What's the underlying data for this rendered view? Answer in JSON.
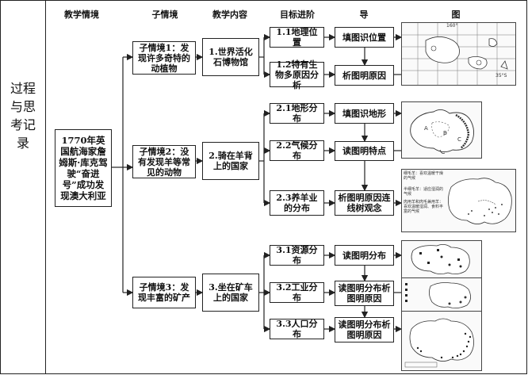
{
  "side_label": "过程与思考记录",
  "headers": {
    "situation": "教学情境",
    "sub_situation": "子情境",
    "content": "教学内容",
    "target": "目标进阶",
    "guide": "导",
    "figure": "图"
  },
  "main_situation": "1770年英国航海家詹姆斯·库克驾驶“奋进号”成功发现澳大利亚",
  "sub_situations": [
    "子情境1：发现许多奇特的动植物",
    "子情境2：没有发现羊等常见的动物",
    "子情境3：发现丰富的矿产"
  ],
  "contents": [
    "1.世界活化石博物馆",
    "2.骑在羊背上的国家",
    "3.坐在矿车上的国家"
  ],
  "targets": [
    "1.1地理位置",
    "1.2特有生物多原因分析",
    "2.1地形分布",
    "2.2气候分布",
    "2.3养羊业的分布",
    "3.1资源分布",
    "3.2工业分布",
    "3.3人口分布"
  ],
  "guides": [
    "填图识位置",
    "析图明原因",
    "填图识地形",
    "读图明特点",
    "析图明原因连线树观念",
    "读图明分布",
    "读图明分布析图明原因",
    "读图明分布析图明原因"
  ],
  "map_labels": {
    "lon_160": "160°",
    "lat_35": "35°S",
    "region_a": "A",
    "region_b": "B",
    "region_c": "C",
    "sheep_note1": "细毛羊：喜欢温暖干燥的气候",
    "sheep_note2": "半细毛羊：适应湿润的气候",
    "sheep_note3": "肉用羊和肉毛兼用羊：喜欢温暖湿润、食料丰富的气候"
  }
}
